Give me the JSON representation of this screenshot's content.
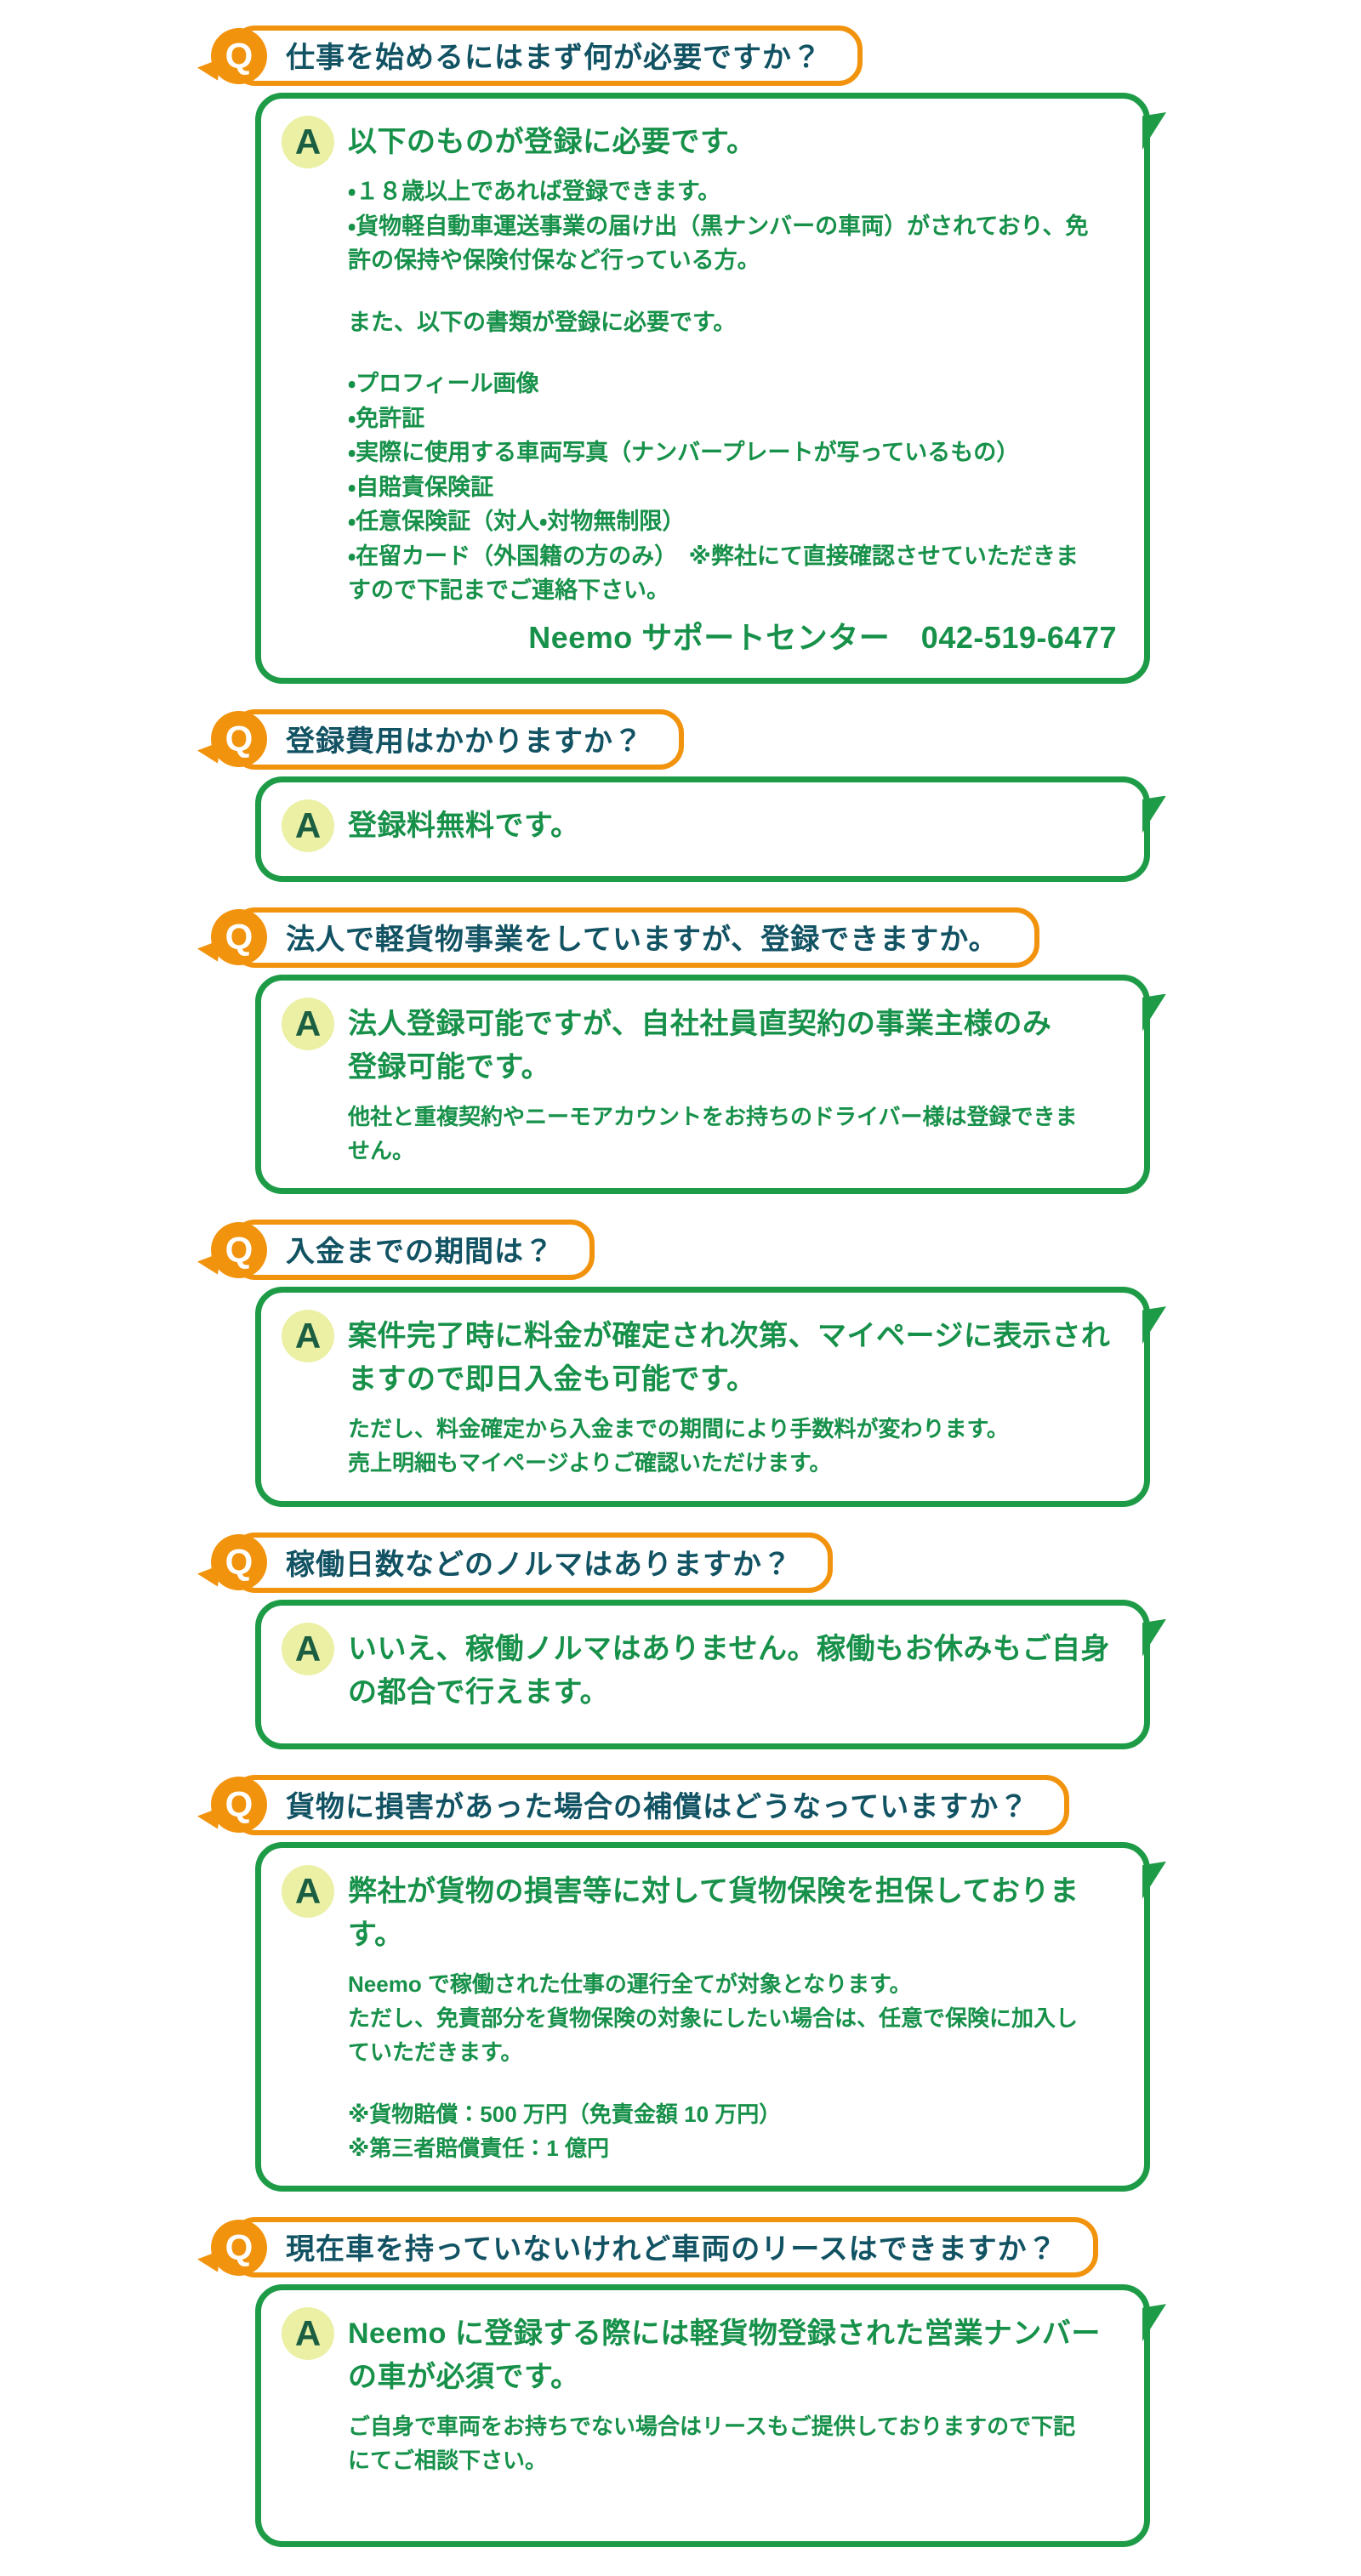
{
  "colors": {
    "orange": "#F2930D",
    "green_border": "#1E9B47",
    "green_text": "#17914A",
    "question_text": "#115263",
    "a_badge_bg": "#EBF0A5",
    "a_badge_text": "#1B5E41",
    "q_badge_text": "#FFFFFF",
    "bubble_bg": "#FFFFFF"
  },
  "faq": {
    "q_label": "Q",
    "a_label": "A",
    "items": [
      {
        "question": "仕事を始めるにはまず何が必要ですか？",
        "answer": {
          "heading": "以下のものが登録に必要です。",
          "blocks": [
            {
              "type": "body",
              "text": "・１８歳以上であれば登録できます。"
            },
            {
              "type": "body",
              "text": "・貨物軽自動車運送事業の届け出（黒ナンバーの車両）がされており、免\n許の保持や保険付保など行っている方。"
            },
            {
              "type": "spacer"
            },
            {
              "type": "body",
              "text": "また、以下の書類が登録に必要です。"
            },
            {
              "type": "spacer"
            },
            {
              "type": "body",
              "text": "・プロフィール画像"
            },
            {
              "type": "body",
              "text": "・免許証"
            },
            {
              "type": "body",
              "text": "・実際に使用する車両写真（ナンバープレートが写っているもの）"
            },
            {
              "type": "body",
              "text": "・自賠責保険証"
            },
            {
              "type": "body",
              "text": "・任意保険証（対人・対物無制限）"
            },
            {
              "type": "body",
              "text": "・在留カード（外国籍の方のみ）　※弊社にて直接確認させていただきま\nすので下記までご連絡下さい。"
            },
            {
              "type": "contact",
              "text": "Neemo サポートセンター　042-519-6477"
            }
          ]
        }
      },
      {
        "question": "登録費用はかかりますか？",
        "answer": {
          "heading": "登録料無料です。",
          "blocks": []
        }
      },
      {
        "question": "法人で軽貨物事業をしていますが、登録できますか。",
        "answer": {
          "heading": "法人登録可能ですが、自社社員直契約の事業主様のみ\n登録可能です。",
          "blocks": [
            {
              "type": "note",
              "text": "他社と重複契約やニーモアカウントをお持ちのドライバー様は登録できま\nせん。"
            }
          ]
        }
      },
      {
        "question": "入金までの期間は？",
        "answer": {
          "heading": "案件完了時に料金が確定され次第、マイページに表示され\nますので即日入金も可能です。",
          "blocks": [
            {
              "type": "note",
              "text": "ただし、料金確定から入金までの期間により手数料が変わります。"
            },
            {
              "type": "note",
              "text": "売上明細もマイページよりご確認いただけます。"
            }
          ]
        }
      },
      {
        "question": "稼働日数などのノルマはありますか？",
        "answer": {
          "heading": "いいえ、稼働ノルマはありません。稼働もお休みもご自身\nの都合で行えます。",
          "blocks": []
        }
      },
      {
        "question": "貨物に損害があった場合の補償はどうなっていますか？",
        "answer": {
          "heading": "弊社が貨物の損害等に対して貨物保険を担保しております。",
          "blocks": [
            {
              "type": "note",
              "text": "Neemo で稼働された仕事の運行全てが対象となります。"
            },
            {
              "type": "note",
              "text": "ただし、免責部分を貨物保険の対象にしたい場合は、任意で保険に加入し\nていただきます。"
            },
            {
              "type": "spacer"
            },
            {
              "type": "note",
              "text": "※貨物賠償：500 万円（免責金額 10 万円）"
            },
            {
              "type": "note",
              "text": "※第三者賠償責任：1 億円"
            }
          ]
        }
      },
      {
        "question": "現在車を持っていないけれど車両のリースはできますか？",
        "answer": {
          "heading": "Neemo に登録する際には軽貨物登録された営業ナンバー\nの車が必須です。",
          "blocks": [
            {
              "type": "note",
              "text": "ご自身で車両をお持ちでない場合はリースもご提供しておりますので下記\nにてご相談下さい。"
            }
          ]
        }
      }
    ]
  }
}
